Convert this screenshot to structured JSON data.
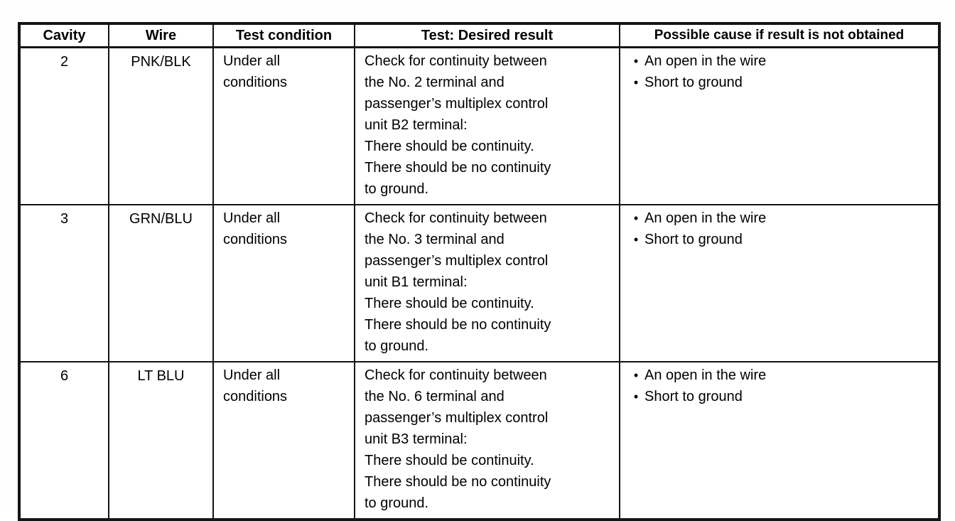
{
  "table": {
    "bullet": "•",
    "columns": [
      "Cavity",
      "Wire",
      "Test condition",
      "Test: Desired result",
      "Possible cause if result is not obtained"
    ],
    "rows": [
      {
        "cavity": "2",
        "wire": "PNK/BLK",
        "test_condition": "Under all\nconditions",
        "desired_result": "Check for continuity between\nthe No. 2 terminal and\npassenger’s multiplex control\nunit B2 terminal:\nThere should be continuity.\nThere should be no continuity\nto ground.",
        "causes": [
          "An open in the wire",
          "Short to ground"
        ]
      },
      {
        "cavity": "3",
        "wire": "GRN/BLU",
        "test_condition": "Under all\nconditions",
        "desired_result": "Check for continuity between\nthe No. 3 terminal and\npassenger’s multiplex control\nunit B1 terminal:\nThere should be continuity.\nThere should be no continuity\nto ground.",
        "causes": [
          "An open in the wire",
          "Short to ground"
        ]
      },
      {
        "cavity": "6",
        "wire": "LT BLU",
        "test_condition": "Under all\nconditions",
        "desired_result": "Check for continuity between\nthe No. 6 terminal and\npassenger’s multiplex control\nunit B3 terminal:\nThere should be continuity.\nThere should be no continuity\nto ground.",
        "causes": [
          "An open in the wire",
          "Short to ground"
        ]
      }
    ]
  }
}
